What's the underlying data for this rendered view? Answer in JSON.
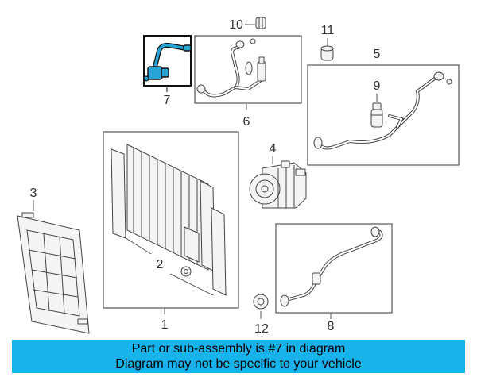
{
  "callouts": {
    "c1": "1",
    "c2": "2",
    "c3": "3",
    "c4": "4",
    "c5": "5",
    "c6": "6",
    "c7": "7",
    "c8": "8",
    "c9": "9",
    "c10": "10",
    "c11": "11",
    "c12": "12"
  },
  "banner": {
    "line1": "Part or sub-assembly is #7 in diagram",
    "line2": "Diagram may not be specific to your vehicle"
  },
  "colors": {
    "banner_bg": "#17b3ec",
    "highlight": "#2aa3d6"
  }
}
